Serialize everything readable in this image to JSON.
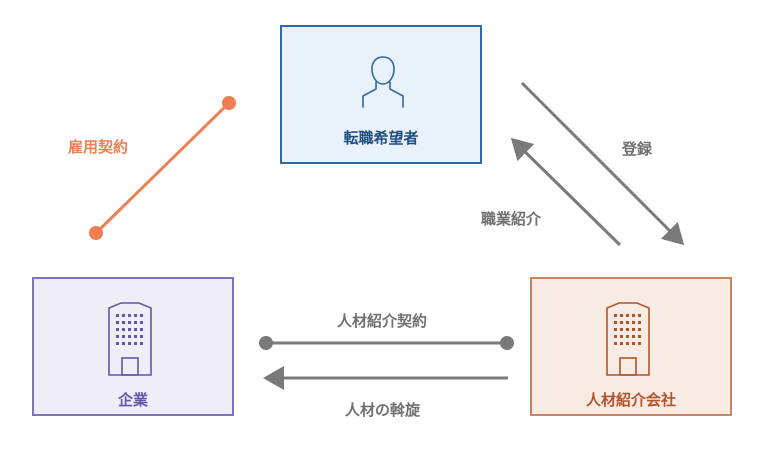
{
  "nodes": {
    "job_seeker": {
      "label": "転職希望者",
      "icon": "person-icon"
    },
    "company": {
      "label": "企業",
      "icon": "building-icon"
    },
    "agency": {
      "label": "人材紹介会社",
      "icon": "building-icon"
    }
  },
  "edges": {
    "employment_contract": {
      "label": "雇用契約",
      "from": "company",
      "to": "job_seeker",
      "style": "line with dot endpoints"
    },
    "registration": {
      "label": "登録",
      "from": "job_seeker",
      "to": "agency",
      "style": "arrow"
    },
    "job_referral": {
      "label": "職業紹介",
      "from": "agency",
      "to": "job_seeker",
      "style": "arrow"
    },
    "placement_contract": {
      "label": "人材紹介契約",
      "from": "company",
      "to": "agency",
      "style": "line with dot endpoints"
    },
    "mediation": {
      "label": "人材の斡旋",
      "from": "agency",
      "to": "company",
      "style": "arrow"
    }
  },
  "colors": {
    "seeker_border": "#2e6aa8",
    "seeker_fill": "#e9f1fa",
    "company_border": "#7e72bd",
    "company_fill": "#efedf8",
    "agency_border": "#c98462",
    "agency_fill": "#f8ebe4",
    "employment_line": "#ee7f53",
    "arrow_gray": "#7a7a7a"
  }
}
